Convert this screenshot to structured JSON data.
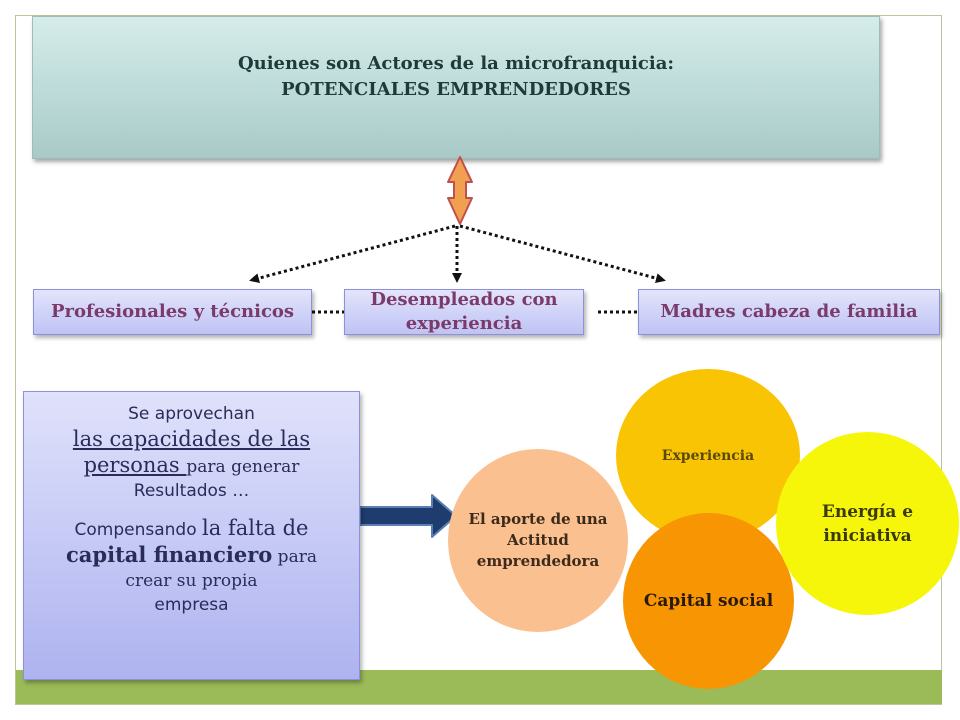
{
  "title": {
    "line1": "Quienes son Actores de la microfranquicia:",
    "line2": "POTENCIALES EMPRENDEDORES"
  },
  "nodes": {
    "profesionales": "Profesionales y técnicos",
    "desempleados_line1": "Desempleados con",
    "desempleados_line2": "experiencia",
    "madres": "Madres cabeza de familia"
  },
  "description": {
    "line1": "Se aprovechan",
    "line2": "las capacidades de las ",
    "line3_u": "personas ",
    "line3_rest": "para generar",
    "line4": "Resultados …",
    "line5_a": "Compensando ",
    "line5_b": "la falta de",
    "line6_a": "capital financiero",
    "line6_b": " para",
    "line7": "crear su propia",
    "line8": "empresa"
  },
  "circles": {
    "aporte_line1": "El aporte de una",
    "aporte_line2": "Actitud",
    "aporte_line3": "emprendedora",
    "experiencia": "Experiencia",
    "capital_social": "Capital social",
    "energia_line1": "Energía e",
    "energia_line2": "iniciativa"
  },
  "colors": {
    "footer_band": "#9bbb59",
    "double_arrow": "#f0a050",
    "block_arrow": "#1f3c6e",
    "circle_aporte": "#fac090",
    "circle_experiencia": "#f9c404",
    "circle_capital": "#f89503",
    "circle_energia": "#f5f60a"
  }
}
